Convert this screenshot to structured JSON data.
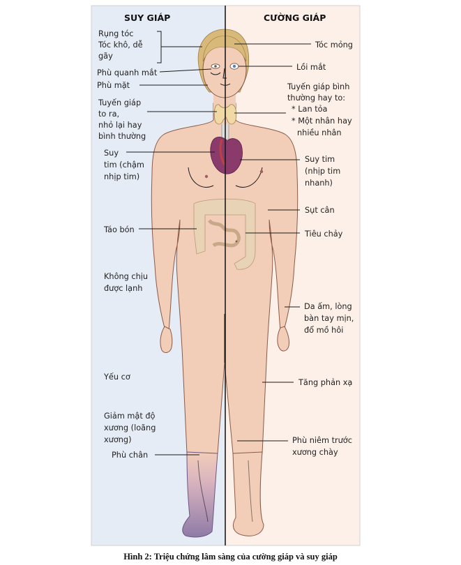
{
  "headers": {
    "left": "SUY GIÁP",
    "right": "CƯỜNG GIÁP"
  },
  "left_labels": {
    "hair": [
      "Rụng tóc",
      "Tóc khô, dễ",
      "gãy"
    ],
    "eye_swelling": "Phù quanh mắt",
    "face_swelling": "Phù mặt",
    "thyroid": [
      "Tuyến giáp",
      "to ra,",
      "nhỏ lại hay",
      "bình thường"
    ],
    "heart": [
      "Suy",
      "tim (chậm",
      "nhịp tim)"
    ],
    "constipation": "Táo bón",
    "cold": [
      "Không chịu",
      "được lạnh"
    ],
    "weakness": "Yếu cơ",
    "bone": [
      "Giảm mật độ",
      "xương (loãng",
      "xương)"
    ],
    "leg_edema": "Phù chân"
  },
  "right_labels": {
    "thin_hair": "Tóc mỏng",
    "eyes": "Lồi mắt",
    "thyroid": [
      "Tuyến giáp bình",
      "thường hay to:",
      "* Lan tỏa",
      "* Một nhân hay",
      "nhiều nhân"
    ],
    "heart": [
      "Suy tim",
      "(nhịp tim",
      "nhanh)"
    ],
    "weight_loss": "Sụt cân",
    "diarrhea": "Tiêu chảy",
    "skin": [
      "Da ấm, lòng",
      "bàn tay mịn,",
      "đổ mồ hôi"
    ],
    "reflex": "Tăng phản xạ",
    "pretibial": [
      "Phù niêm trước",
      "xương chày"
    ]
  },
  "caption": "Hình 2: Triệu chứng lâm sàng của cường giáp và suy giáp",
  "colors": {
    "left_panel": "#e6ecf6",
    "right_panel": "#fdf0e8",
    "skin": "#f2cdb8",
    "thyroid": "#f0d9a5",
    "heart": "#8b3b6b",
    "intestine": "#e8d3b6",
    "leg_edema": "#8f7aa7",
    "hair": "#d8b97a"
  }
}
